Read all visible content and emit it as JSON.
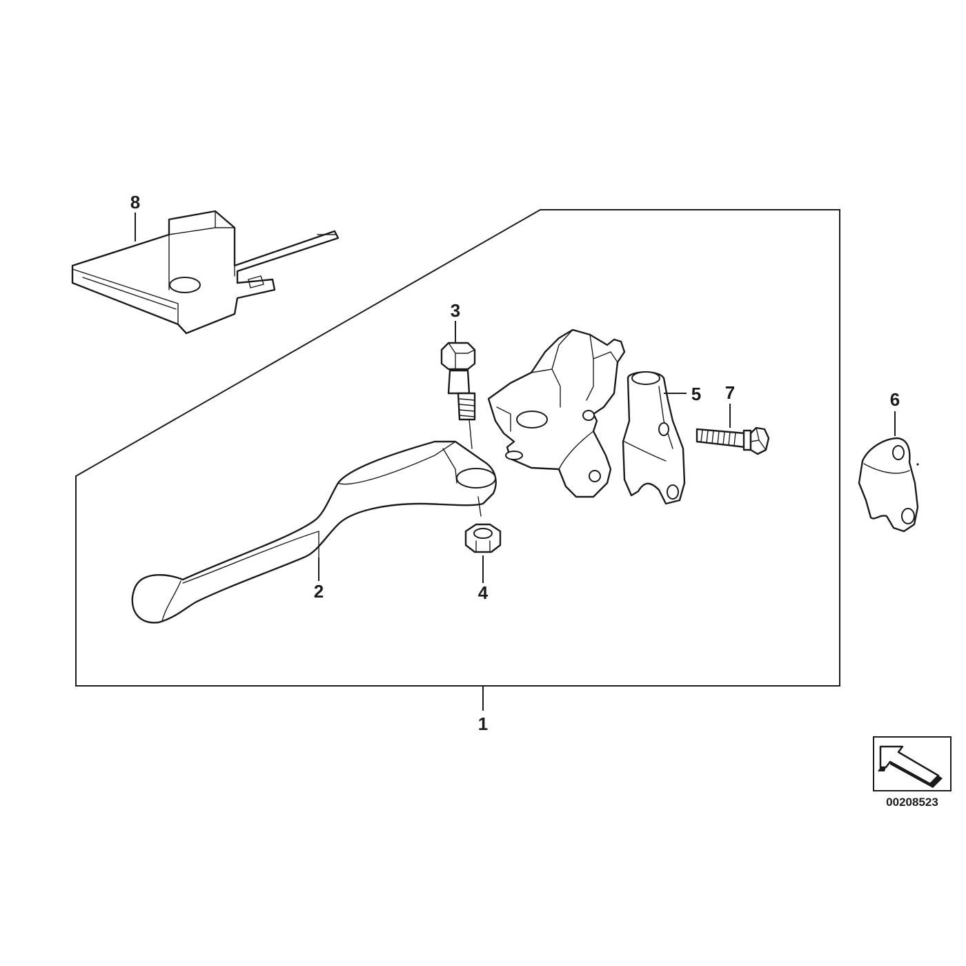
{
  "diagram": {
    "callouts": {
      "c1": "1",
      "c2": "2",
      "c3": "3",
      "c4": "4",
      "c5": "5",
      "c6": "6",
      "c7": "7",
      "c8": "8"
    },
    "document_number": "00208523",
    "colors": {
      "line": "#1a1a1a",
      "background": "#ffffff"
    },
    "icons": [
      "orientation-arrow-icon"
    ]
  }
}
